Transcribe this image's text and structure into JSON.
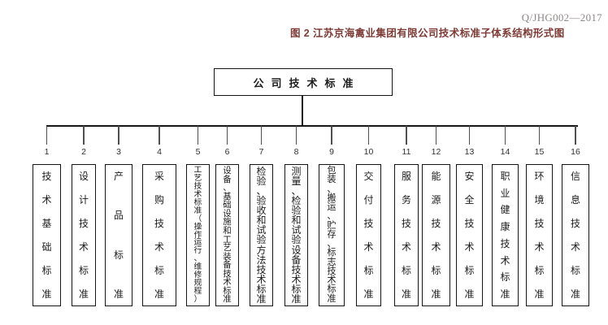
{
  "header": {
    "code": "Q/JHG002—2017"
  },
  "title": "图 2 江苏京海禽业集团有限公司技术标准子体系结构形式图",
  "root": {
    "label": "公司技术标准"
  },
  "branches": [
    {
      "num": "1",
      "label": "技术基础标准"
    },
    {
      "num": "2",
      "label": "设计技术标准"
    },
    {
      "num": "3",
      "label": "产品标准"
    },
    {
      "num": "4",
      "label": "采购技术标准"
    },
    {
      "num": "5",
      "label": "工艺技术标准（操作运行、维修规程）"
    },
    {
      "num": "6",
      "label": "设备、基础设施和工艺装备技术标准"
    },
    {
      "num": "7",
      "label": "检验、验收和试验方法技术标准"
    },
    {
      "num": "8",
      "label": "测量、检验和试验设备技术标准"
    },
    {
      "num": "9",
      "label": "包装、搬运、贮存、标志技术标准"
    },
    {
      "num": "10",
      "label": "交付技术标准"
    },
    {
      "num": "11",
      "label": "服务技术标准"
    },
    {
      "num": "12",
      "label": "能源技术标准"
    },
    {
      "num": "13",
      "label": "安全技术标准"
    },
    {
      "num": "14",
      "label": "职业健康技术标准"
    },
    {
      "num": "15",
      "label": "环境技术标准"
    },
    {
      "num": "16",
      "label": "信息技术标准"
    }
  ],
  "colors": {
    "line": "#161616",
    "box_border": "#141414",
    "title_text": "#7e3b35",
    "code_text": "#8f8888",
    "body_text": "#1d1d1d"
  }
}
